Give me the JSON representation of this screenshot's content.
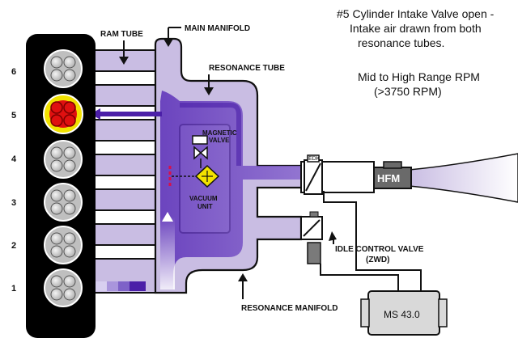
{
  "caption": {
    "line1": "#5 Cylinder Intake Valve open -",
    "line2": "Intake air drawn from both",
    "line3": "resonance tubes.",
    "line4": "Mid to High Range RPM",
    "line5": "(>3750 RPM)"
  },
  "labels": {
    "ram_tube": "RAM TUBE",
    "main_manifold": "MAIN MANIFOLD",
    "resonance_tube": "RESONANCE TUBE",
    "magnetic_valve_1": "MAGNETIC",
    "magnetic_valve_2": "VALVE",
    "vacuum_unit_1": "VACUUM",
    "vacuum_unit_2": "UNIT",
    "edk": "EDK",
    "hfm": "HFM",
    "idle_control_valve_1": "IDLE CONTROL VALVE",
    "idle_control_valve_2": "(ZWD)",
    "resonance_manifold": "RESONANCE MANIFOLD",
    "ecu": "MS 43.0"
  },
  "cylinders": [
    "6",
    "5",
    "4",
    "3",
    "2",
    "1"
  ],
  "active_cylinder": "5",
  "colors": {
    "manifold": "#c9bde3",
    "flow_dark": "#4b1fa8",
    "flow_mid": "#7c55c8",
    "active_fill": "#e01010",
    "active_ring": "#f2e200",
    "engine": "#000000",
    "vacuum_unit": "#f2e200"
  }
}
